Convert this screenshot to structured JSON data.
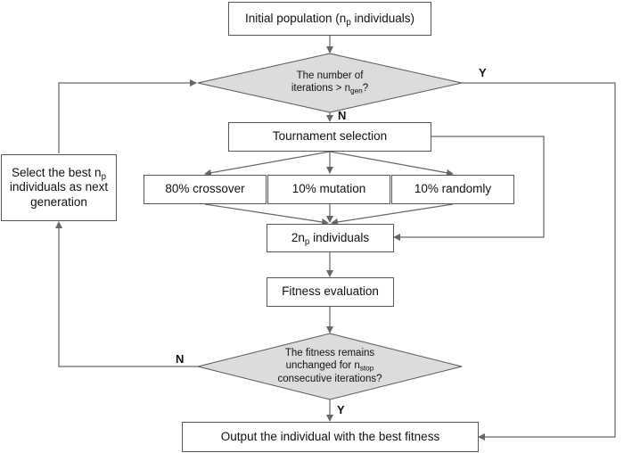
{
  "nodes": {
    "initial": {
      "text": "Initial population (n",
      "sub": "p",
      "after": " individuals)"
    },
    "decision_iter": {
      "line1": "The number of",
      "line2_pre": "iterations > n",
      "line2_sub": "gen",
      "line2_post": "?"
    },
    "tournament": {
      "text": "Tournament selection"
    },
    "crossover": {
      "text": "80% crossover"
    },
    "mutation": {
      "text": "10% mutation"
    },
    "randomly": {
      "text": "10% randomly"
    },
    "two_np": {
      "pre": "2n",
      "sub": "p",
      "post": " individuals"
    },
    "fitness_eval": {
      "text": "Fitness evaluation"
    },
    "decision_fit": {
      "line1": "The fitness remains",
      "line2_pre": "unchanged for n",
      "line2_sub": "stop",
      "line3": "consecutive iterations?"
    },
    "output": {
      "text": "Output the individual with the best fitness"
    },
    "select_best": {
      "line1_pre": "Select the best n",
      "line1_sub": "p",
      "line2": "individuals as next",
      "line3": "generation"
    }
  },
  "edge_labels": {
    "iter_yes": "Y",
    "iter_no": "N",
    "fit_no": "N",
    "fit_yes": "Y"
  },
  "colors": {
    "diamond_fill": "#dcdcdc",
    "stroke": "#555555",
    "arrow": "#666666"
  }
}
